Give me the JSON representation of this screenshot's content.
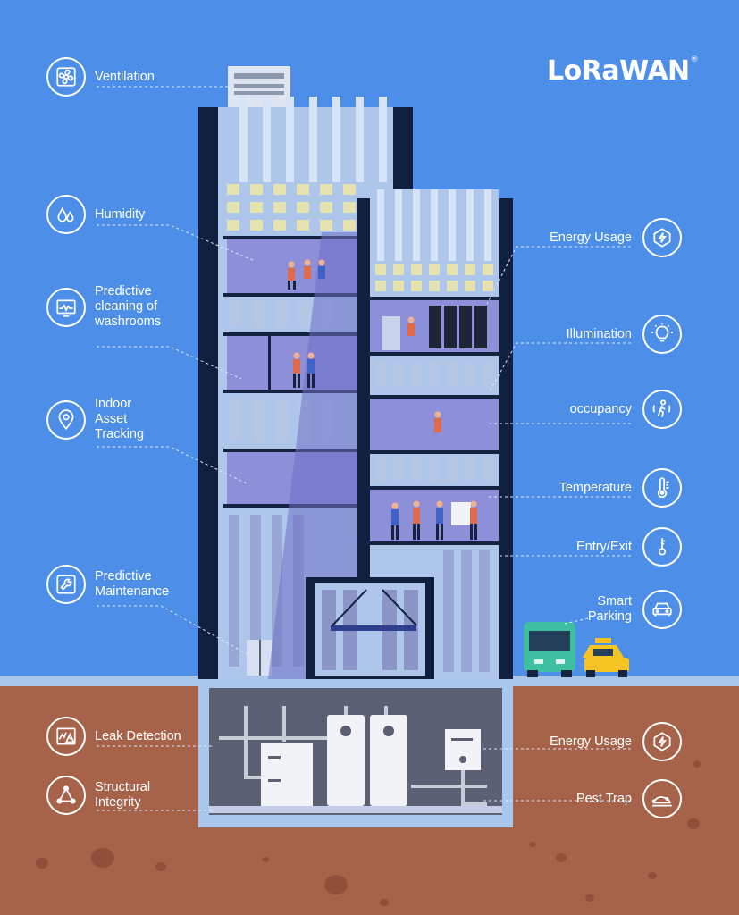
{
  "brand": {
    "logo_text": "LoRaWAN",
    "trademark": "®"
  },
  "colors": {
    "sky": "#4d8fe8",
    "soil": "#a7624a",
    "building_dark": "#0f1f3d",
    "building_facade": "#aec6ea",
    "window_light": "#e6e1b0",
    "interior": "#8d8fd9",
    "callout_line": "#dbe8ff",
    "bus": "#3fbfa2",
    "taxi": "#f5c423"
  },
  "callouts_left": [
    {
      "id": "ventilation",
      "label": "Ventilation",
      "icon": "fan-icon"
    },
    {
      "id": "humidity",
      "label": "Humidity",
      "icon": "water-drops-icon"
    },
    {
      "id": "washrooms",
      "label": "Predictive\ncleaning of\nwashrooms",
      "icon": "monitor-chart-icon"
    },
    {
      "id": "asset-tracking",
      "label": "Indoor\nAsset\nTracking",
      "icon": "location-pin-icon"
    },
    {
      "id": "maintenance",
      "label": "Predictive\nMaintenance",
      "icon": "wrench-icon"
    },
    {
      "id": "leak",
      "label": "Leak Detection",
      "icon": "leak-warning-icon"
    },
    {
      "id": "structural",
      "label": "Structural\nIntegrity",
      "icon": "network-triangle-icon"
    }
  ],
  "callouts_right": [
    {
      "id": "energy-top",
      "label": "Energy Usage",
      "icon": "energy-bolt-icon"
    },
    {
      "id": "illumination",
      "label": "Illumination",
      "icon": "lightbulb-icon"
    },
    {
      "id": "occupancy",
      "label": "occupancy",
      "icon": "person-motion-icon"
    },
    {
      "id": "temperature",
      "label": "Temperature",
      "icon": "thermometer-icon"
    },
    {
      "id": "entry",
      "label": "Entry/Exit",
      "icon": "key-icon"
    },
    {
      "id": "parking",
      "label": "Smart\nParking",
      "icon": "car-icon"
    },
    {
      "id": "energy-basement",
      "label": "Energy Usage",
      "icon": "energy-bolt-icon"
    },
    {
      "id": "pest",
      "label": "Pest Trap",
      "icon": "rat-trap-icon"
    }
  ]
}
